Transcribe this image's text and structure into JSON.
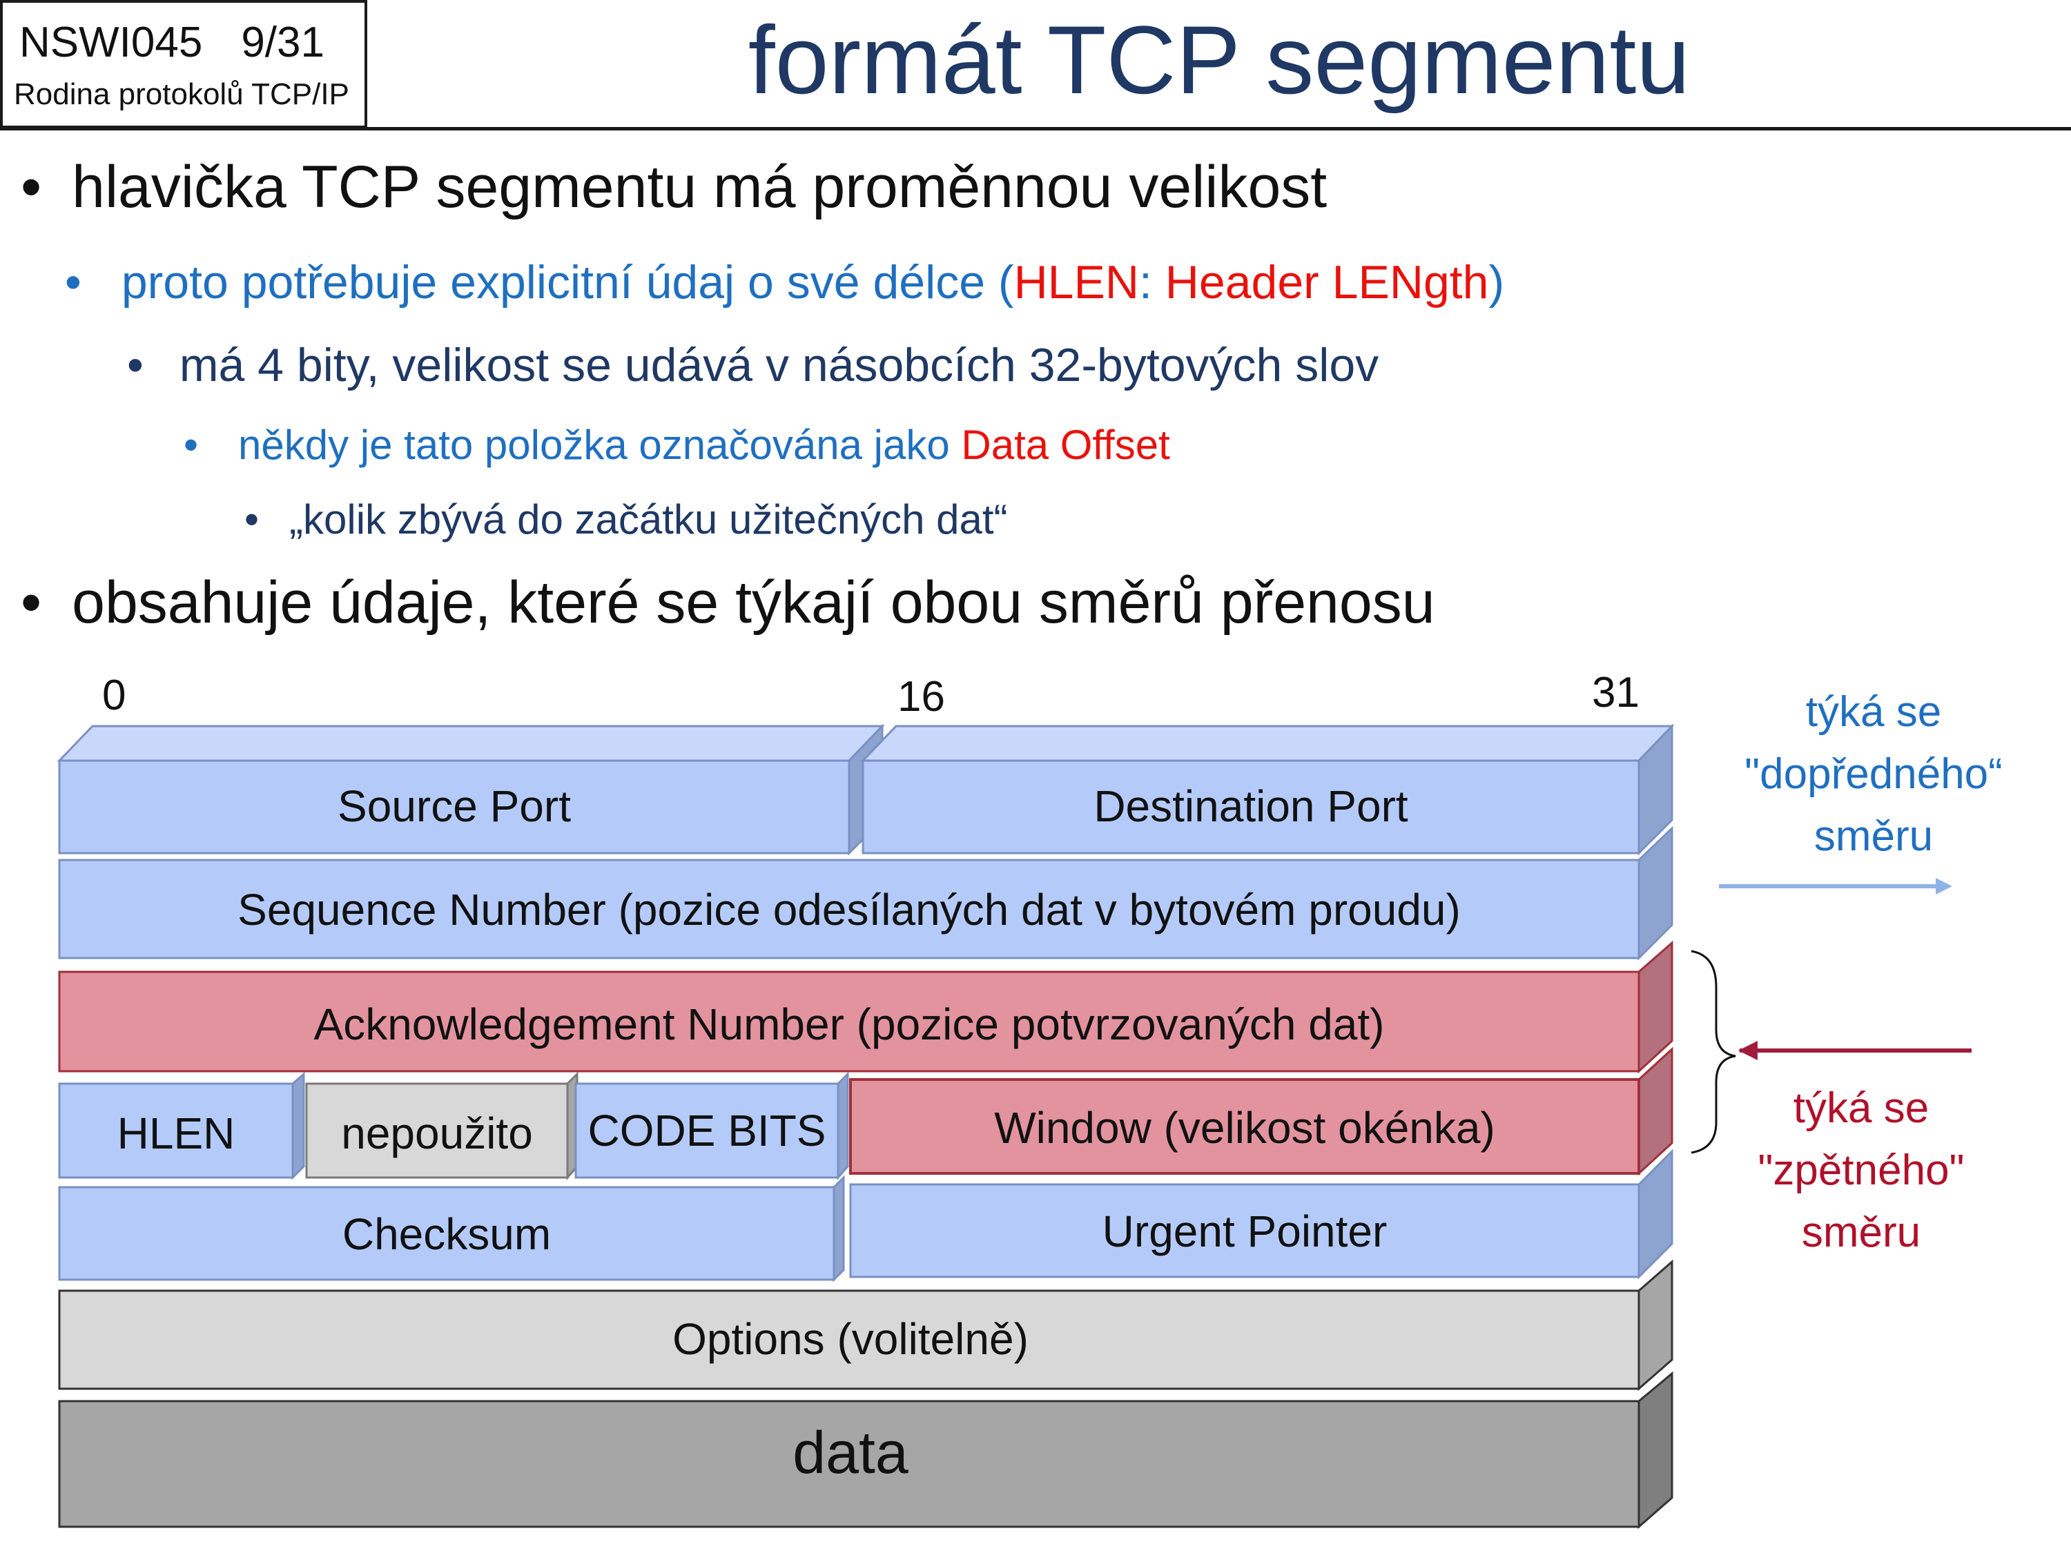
{
  "header": {
    "course": "NSWI045",
    "page": "9/31",
    "subtitle": "Rodina protokolů TCP/IP",
    "title": "formát TCP segmentu"
  },
  "bullets": [
    {
      "level": 1,
      "text": "hlavička TCP segmentu má proměnnou velikost"
    },
    {
      "level": 2,
      "pre": "proto potřebuje explicitní údaj o své délce (",
      "hl1": "HLEN",
      "mid": ": ",
      "hl2": "Header LENgth",
      "post": ")"
    },
    {
      "level": 3,
      "text": "má 4 bity, velikost se udává v násobcích 32-bytových slov"
    },
    {
      "level": 4,
      "pre": "někdy je tato položka označována jako ",
      "hl": "Data Offset"
    },
    {
      "level": 5,
      "text": "„kolik zbývá do začátku užitečných dat“"
    },
    {
      "level": 1,
      "text": "obsahuje údaje, které se týkají obou směrů přenosu"
    }
  ],
  "bit_labels": {
    "b0": "0",
    "b16": "16",
    "b31": "31"
  },
  "fields": {
    "source_port": "Source Port",
    "destination_port": "Destination Port",
    "sequence_number": "Sequence Number (pozice odesílaných dat v bytovém proudu)",
    "ack_number": "Acknowledgement Number (pozice potvrzovaných dat)",
    "hlen": "HLEN",
    "unused": "nepoužito",
    "code_bits": "CODE BITS",
    "window": "Window (velikost okénka)",
    "checksum": "Checksum",
    "urgent_pointer": "Urgent Pointer",
    "options": "Options (volitelně)",
    "data": "data"
  },
  "annotations": {
    "forward": [
      "týká se",
      "\"dopředného“",
      "směru"
    ],
    "backward": [
      "týká se",
      "\"zpětného\"",
      "směru"
    ]
  },
  "colors": {
    "title": "#1f3864",
    "blue_text": "#1f6fc0",
    "dark_text": "#1f3864",
    "red_text": "#e8120c",
    "field_blue": "#b4cbfa",
    "field_red": "#e3939e",
    "field_light_gray": "#d8d8d8",
    "field_dark_gray": "#a6a6a6",
    "back_arrow": "#a01c3c",
    "fwd_arrow": "#8fb3e8"
  }
}
